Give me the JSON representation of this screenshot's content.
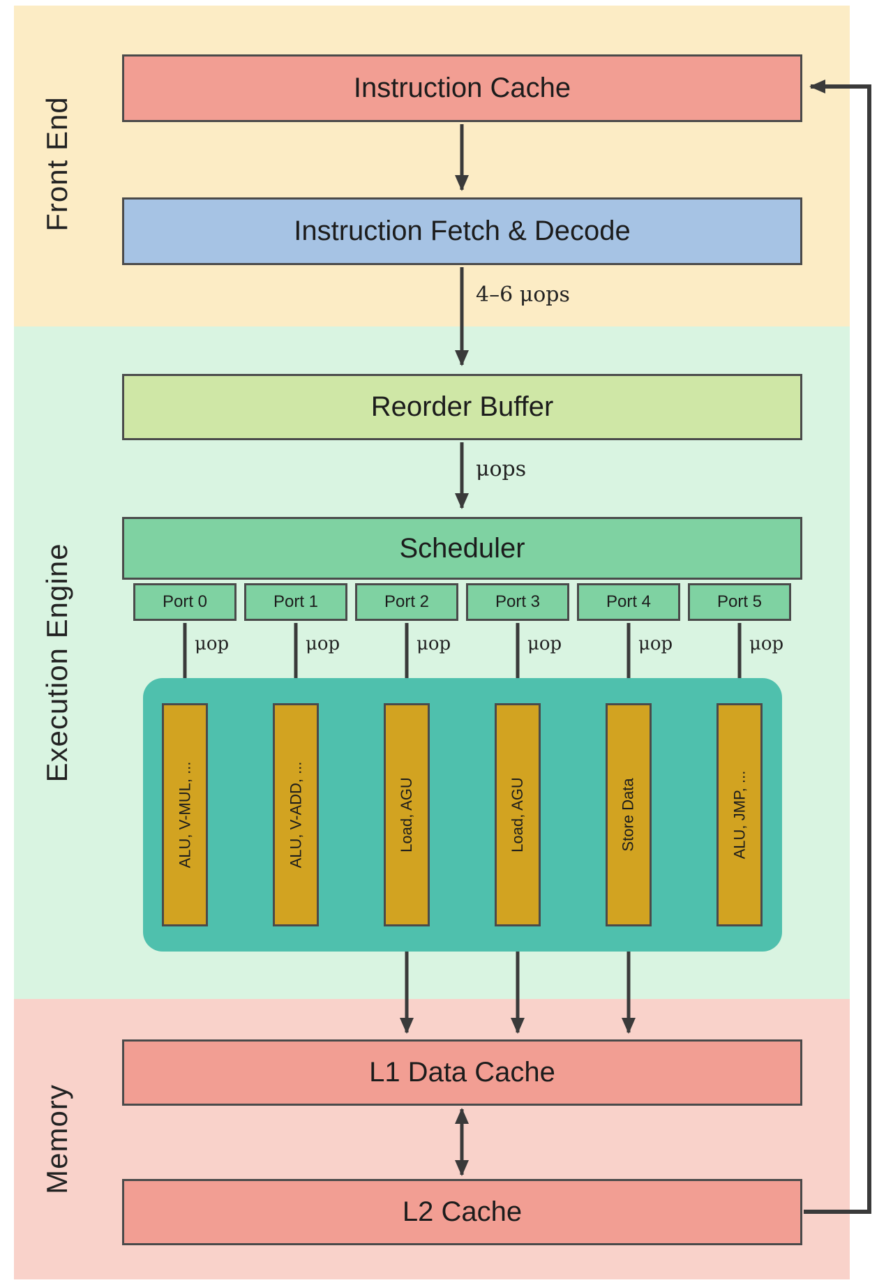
{
  "sections": {
    "front_end": "Front End",
    "execution_engine": "Execution Engine",
    "memory": "Memory"
  },
  "blocks": {
    "instruction_cache": "Instruction Cache",
    "fetch_decode": "Instruction Fetch & Decode",
    "reorder_buffer": "Reorder Buffer",
    "scheduler": "Scheduler",
    "l1_cache": "L1 Data Cache",
    "l2_cache": "L2 Cache"
  },
  "flow_labels": {
    "decode_out": "4–6 μops",
    "rob_out": "μops"
  },
  "ports": [
    {
      "label": "Port 0",
      "uop": "μop",
      "unit": "ALU, V-MUL, ..."
    },
    {
      "label": "Port 1",
      "uop": "μop",
      "unit": "ALU, V-ADD, ..."
    },
    {
      "label": "Port 2",
      "uop": "μop",
      "unit": "Load, AGU"
    },
    {
      "label": "Port 3",
      "uop": "μop",
      "unit": "Load, AGU"
    },
    {
      "label": "Port 4",
      "uop": "μop",
      "unit": "Store Data"
    },
    {
      "label": "Port 5",
      "uop": "μop",
      "unit": "ALU, JMP, ..."
    }
  ],
  "colors": {
    "front_end_bg": "#fcecc5",
    "execution_bg": "#d9f4e1",
    "memory_bg": "#f9d2ca",
    "cache_box": "#f29e93",
    "decode_box": "#a6c3e4",
    "reorder_box": "#cfe7a6",
    "scheduler_box": "#7fd2a2",
    "exec_container": "#4fc0ad",
    "exec_unit": "#d2a321",
    "arrow": "#3a3a3a"
  }
}
